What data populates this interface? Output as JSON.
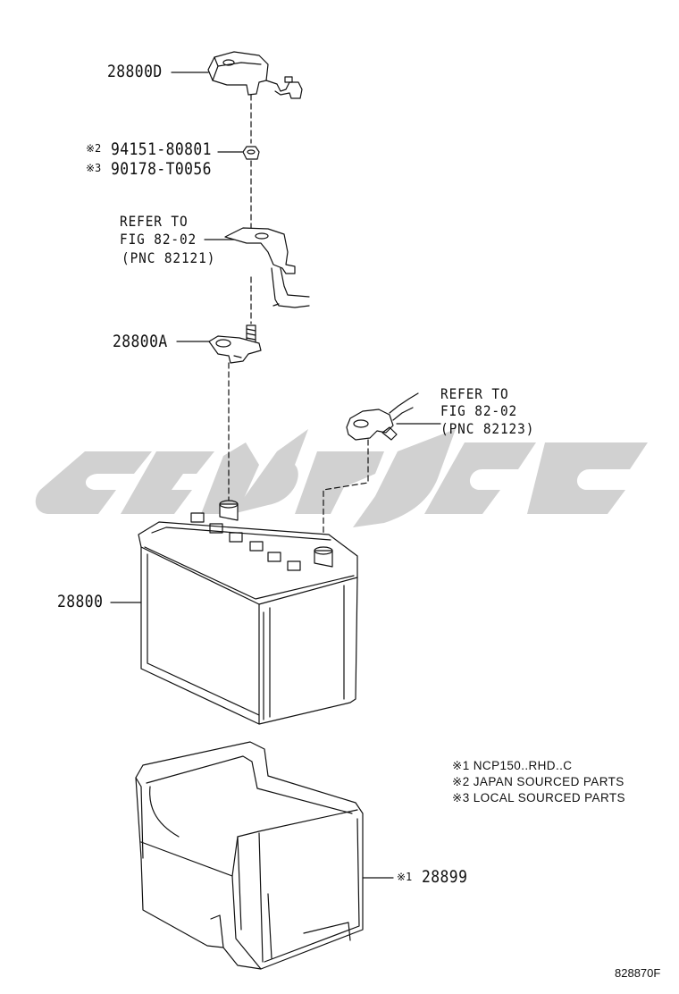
{
  "parts": {
    "terminal_cover": "28800D",
    "nut_jp": "94151-80801",
    "nut_jp_mark": "※2",
    "nut_local": "90178-T0056",
    "nut_local_mark": "※3",
    "terminal_pos": "28800A",
    "battery": "28800",
    "tray": "28899",
    "tray_mark": "※1"
  },
  "refs": {
    "upper": [
      "REFER TO",
      "FIG 82-02",
      "(PNC 82121)"
    ],
    "right": [
      "REFER TO",
      "FIG 82-02",
      "(PNC 82123)"
    ]
  },
  "legend": [
    "※1 NCP150..RHD..C",
    "※2 JAPAN SOURCED PARTS",
    "※3 LOCAL SOURCED PARTS"
  ],
  "figure_id": "828870F",
  "colors": {
    "line": "#111111",
    "watermark": "#c8c8c8"
  }
}
